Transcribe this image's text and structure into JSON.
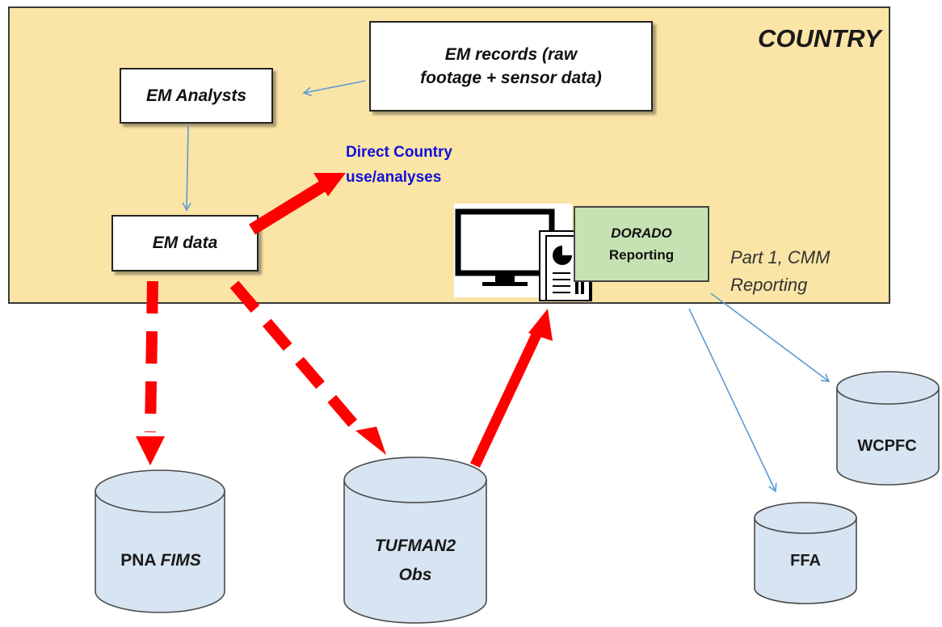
{
  "country": {
    "label": "COUNTRY"
  },
  "nodes": {
    "em_records": {
      "line1": "EM records (raw",
      "line2": "footage + sensor data)"
    },
    "em_analysts": {
      "label": "EM Analysts"
    },
    "em_data": {
      "label": "EM data"
    },
    "direct_use": {
      "line1": "Direct Country",
      "line2": "use/analyses"
    },
    "dorado": {
      "line1": "DORADO",
      "line2": "Reporting"
    },
    "part1": {
      "line1": "Part 1, CMM",
      "line2": "Reporting"
    }
  },
  "databases": {
    "pna": {
      "prefix": "PNA",
      "name": "FIMS"
    },
    "tufman": {
      "line1": "TUFMAN2",
      "line2": "Obs"
    },
    "wcpfc": {
      "label": "WCPFC"
    },
    "ffa": {
      "label": "FFA"
    }
  },
  "colors": {
    "country_fill": "#fbe5a6",
    "db_fill": "#d7e4f1",
    "red_arrow": "#ff0000",
    "blue_arrow": "#5b9bd5",
    "direct_text": "#1010d8",
    "dorado_fill": "#c6e2b3"
  }
}
